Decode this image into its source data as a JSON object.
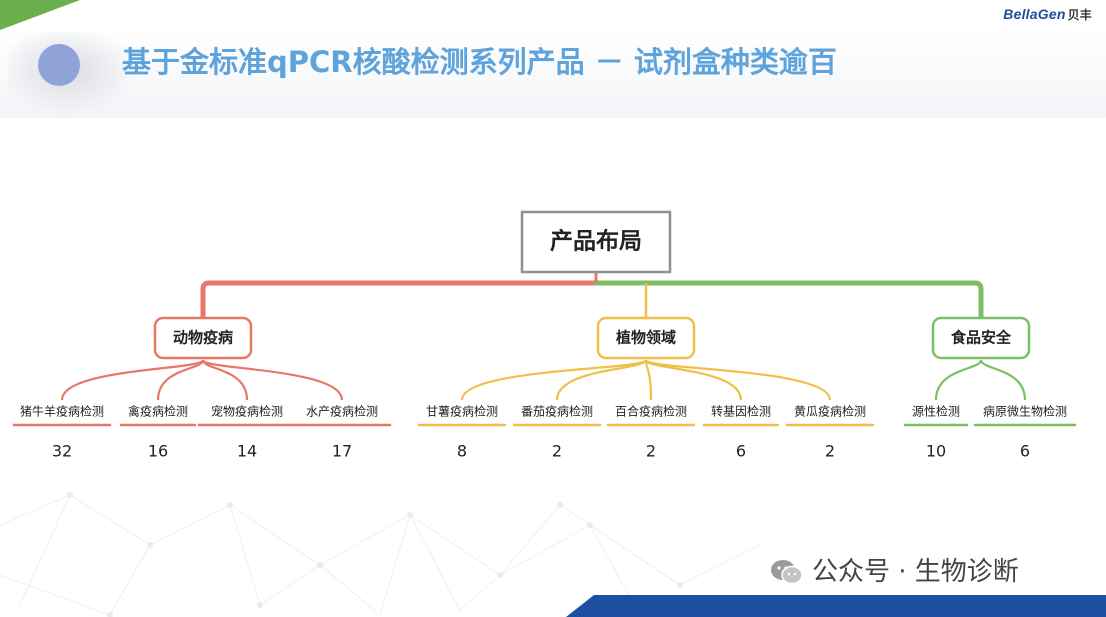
{
  "title": "基于金标准qPCR核酸检测系列产品 － 试剂盒种类逾百",
  "logo": {
    "brand": "BellaGen",
    "cn": "贝丰"
  },
  "root": {
    "label": "产品布局"
  },
  "branches": [
    {
      "label": "动物疫病",
      "color": "#e8776a",
      "items": [
        {
          "label": "猪牛羊疫病检测",
          "count": "32"
        },
        {
          "label": "禽疫病检测",
          "count": "16"
        },
        {
          "label": "宠物疫病检测",
          "count": "14"
        },
        {
          "label": "水产疫病检测",
          "count": "17"
        }
      ]
    },
    {
      "label": "植物领域",
      "color": "#f2be4a",
      "items": [
        {
          "label": "甘薯疫病检测",
          "count": "8"
        },
        {
          "label": "番茄疫病检测",
          "count": "2"
        },
        {
          "label": "百合疫病检测",
          "count": "2"
        },
        {
          "label": "转基因检测",
          "count": "6"
        },
        {
          "label": "黄瓜疫病检测",
          "count": "2"
        }
      ]
    },
    {
      "label": "食品安全",
      "color": "#7cc063",
      "items": [
        {
          "label": "源性检测",
          "count": "10"
        },
        {
          "label": "病原微生物检测",
          "count": "6"
        }
      ]
    }
  ],
  "watermark": "公众号 · 生物诊断",
  "colors": {
    "title": "#5fa3dc",
    "root_border": "#8a8f98",
    "stripe": "#1f4fa3",
    "corner": "#6ab04c"
  },
  "icons": {
    "watermark": "wechat-icon"
  }
}
